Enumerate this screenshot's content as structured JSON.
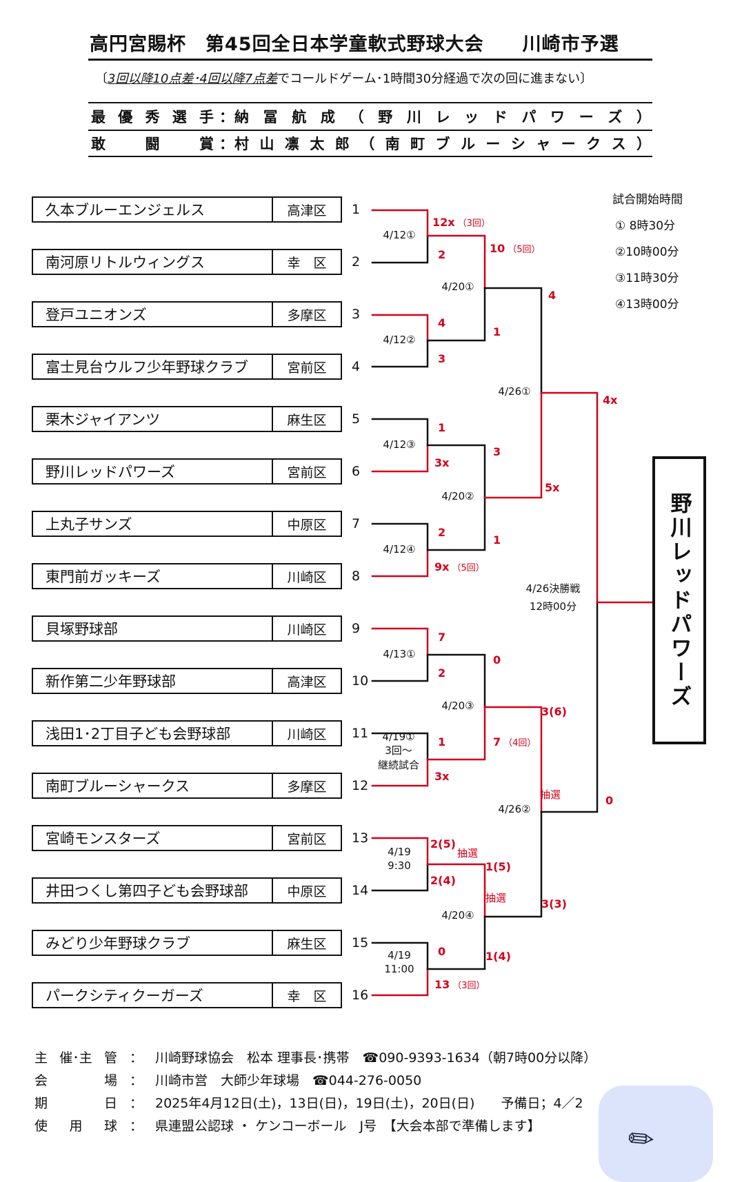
{
  "header": {
    "title": "高円宮賜杯　第45回全日本学童軟式野球大会　　川崎市予選",
    "note_open": "〔",
    "note_underlined": "3回以降10点差･4回以降7点差",
    "note_rest": "でコールドゲーム･1時間30分経過で次の回に進まない〕"
  },
  "awards": [
    {
      "label": [
        "最",
        "優",
        "秀",
        "選",
        "手"
      ],
      "colon": "：",
      "value": [
        "納",
        "冨",
        "航",
        "成",
        "（",
        "野",
        "川",
        "レ",
        "ッ",
        "ド",
        "パ",
        "ワ",
        "ー",
        "ズ",
        "）"
      ]
    },
    {
      "label": [
        "敢",
        "闘",
        "賞"
      ],
      "colon": "：",
      "value": [
        "村",
        "山",
        "凛",
        "太",
        "郎",
        "（",
        "南",
        "町",
        "ブ",
        "ル",
        "ー",
        "シ",
        "ャ",
        "ー",
        "ク",
        "ス",
        "）"
      ]
    }
  ],
  "teams": [
    {
      "seed": "1",
      "name": "久本ブルーエンジェルス",
      "ward": "高津区"
    },
    {
      "seed": "2",
      "name": "南河原リトルウィングス",
      "ward": "幸　区"
    },
    {
      "seed": "3",
      "name": "登戸ユニオンズ",
      "ward": "多摩区"
    },
    {
      "seed": "4",
      "name": "富士見台ウルフ少年野球クラブ",
      "ward": "宮前区"
    },
    {
      "seed": "5",
      "name": "栗木ジャイアンツ",
      "ward": "麻生区"
    },
    {
      "seed": "6",
      "name": "野川レッドパワーズ",
      "ward": "宮前区"
    },
    {
      "seed": "7",
      "name": "上丸子サンズ",
      "ward": "中原区"
    },
    {
      "seed": "8",
      "name": "東門前ガッキーズ",
      "ward": "川崎区"
    },
    {
      "seed": "9",
      "name": "貝塚野球部",
      "ward": "川崎区"
    },
    {
      "seed": "10",
      "name": "新作第二少年野球部",
      "ward": "高津区"
    },
    {
      "seed": "11",
      "name": "浅田1･2丁目子ども会野球部",
      "ward": "川崎区"
    },
    {
      "seed": "12",
      "name": "南町ブルーシャークス",
      "ward": "多摩区"
    },
    {
      "seed": "13",
      "name": "宮崎モンスターズ",
      "ward": "宮前区"
    },
    {
      "seed": "14",
      "name": "井田つくし第四子ども会野球部",
      "ward": "中原区"
    },
    {
      "seed": "15",
      "name": "みどり少年野球クラブ",
      "ward": "麻生区"
    },
    {
      "seed": "16",
      "name": "パークシティクーガーズ",
      "ward": "幸　区"
    }
  ],
  "scores": [
    {
      "text": "12x",
      "note": "（3回）"
    },
    {
      "text": "2",
      "note": ""
    },
    {
      "text": "4",
      "note": ""
    },
    {
      "text": "3",
      "note": ""
    },
    {
      "text": "1",
      "note": ""
    },
    {
      "text": "3x",
      "note": ""
    },
    {
      "text": "2",
      "note": ""
    },
    {
      "text": "9x",
      "note": "（5回）"
    },
    {
      "text": "7",
      "note": ""
    },
    {
      "text": "2",
      "note": ""
    },
    {
      "text": "1",
      "note": ""
    },
    {
      "text": "3x",
      "note": ""
    },
    {
      "text": "2(5)",
      "note": ""
    },
    {
      "text": "2(4)",
      "note": ""
    },
    {
      "text": "0",
      "note": ""
    },
    {
      "text": "13",
      "note": "（3回）"
    },
    {
      "text": "10",
      "note": "（5回）"
    },
    {
      "text": "1",
      "note": ""
    },
    {
      "text": "3",
      "note": ""
    },
    {
      "text": "1",
      "note": ""
    },
    {
      "text": "0",
      "note": ""
    },
    {
      "text": "7",
      "note": "（4回）"
    },
    {
      "text": "1(5)",
      "note": ""
    },
    {
      "text": "1(4)",
      "note": ""
    },
    {
      "text": "4",
      "note": ""
    },
    {
      "text": "5x",
      "note": ""
    },
    {
      "text": "3(6)",
      "note": ""
    },
    {
      "text": "3(3)",
      "note": ""
    },
    {
      "text": "4x",
      "note": ""
    },
    {
      "text": "0",
      "note": ""
    },
    {
      "text": "抽選",
      "note": ""
    },
    {
      "text": "抽選",
      "note": ""
    },
    {
      "text": "抽選",
      "note": ""
    }
  ],
  "dates": [
    "4/12①",
    "4/12②",
    "4/12③",
    "4/12④",
    "4/13①",
    "4/19①\n3回～\n継続試合",
    "4/19\n9:30",
    "4/19\n11:00",
    "4/20①",
    "4/20②",
    "4/20③",
    "4/20④",
    "4/26①",
    "4/26②",
    "4/26決勝戦\n12時00分"
  ],
  "legend": {
    "title": "試合開始時間",
    "items": [
      "① 8時30分",
      "②10時00分",
      "③11時30分",
      "④13時00分"
    ]
  },
  "champion": "野川レッドパワーズ",
  "footer": [
    {
      "label": [
        "主",
        "催･主",
        "管"
      ],
      "colon": "：",
      "value": "川崎野球協会　松本 理事長･携帯　☎090-9393-1634（朝7時00分以降）"
    },
    {
      "label": [
        "会",
        "場"
      ],
      "colon": "：",
      "value": "川崎市営　大師少年球場　☎044-276-0050"
    },
    {
      "label": [
        "期",
        "日"
      ],
      "colon": "：",
      "value": "2025年4月12日(土)，13日(日)，19日(土)，20日(日)　　予備日；4／2"
    },
    {
      "label": [
        "使",
        "用",
        "球"
      ],
      "colon": "：",
      "value": "県連盟公認球 ・ ケンコーボール　J号　【大会本部で準備します】"
    }
  ],
  "colors": {
    "win_line": "#d4001a",
    "lose_line": "#111111"
  },
  "icons": {
    "fab": "edit-pen-icon"
  }
}
